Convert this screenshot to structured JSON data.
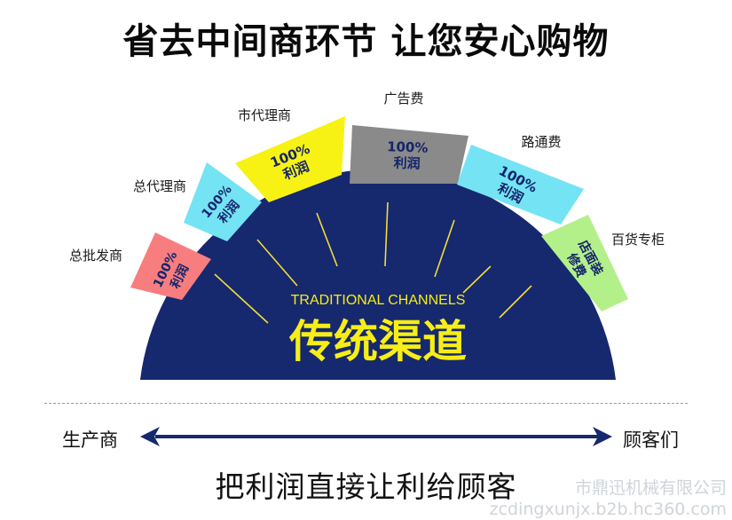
{
  "title": "省去中间商环节 让您安心购物",
  "center": {
    "en": "TRADITIONAL CHANNELS",
    "cn": "传统渠道"
  },
  "segments": [
    {
      "label": "总批发商",
      "line1": "100%",
      "line2": "利润",
      "color": "#f87d7f"
    },
    {
      "label": "总代理商",
      "line1": "100%",
      "line2": "利润",
      "color": "#74e3f3"
    },
    {
      "label": "市代理商",
      "line1": "100%",
      "line2": "利润",
      "color": "#f7f214"
    },
    {
      "label": "广告费",
      "line1": "100%",
      "line2": "利润",
      "color": "#8a8a8a"
    },
    {
      "label": "路通费",
      "line1": "100%",
      "line2": "利润",
      "color": "#74e3f3"
    },
    {
      "label": "百货专柜",
      "line1": "店面装",
      "line2": "修费",
      "color": "#b3f08a"
    }
  ],
  "colors": {
    "dome": "#16286e",
    "rays": "#f2dc3a",
    "center_text": "#f7ee16"
  },
  "arrow": {
    "left": "生产商",
    "right": "顾客们"
  },
  "slogan": "把利润直接让利给顾客",
  "watermark": {
    "line1": "市鼎迅机械有限公司",
    "line2": "zcdingxunjx.b2b.hc360.com"
  }
}
